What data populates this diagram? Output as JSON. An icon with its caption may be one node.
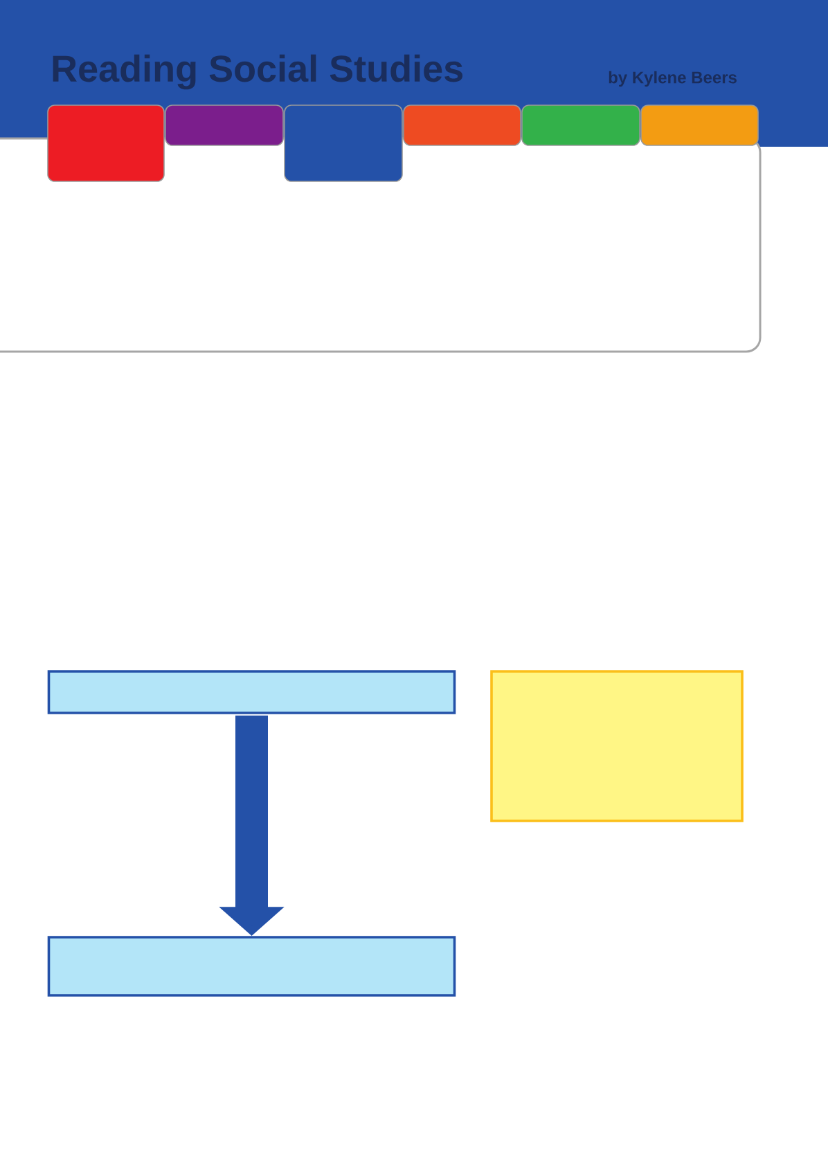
{
  "diagram": {
    "title": "Reading Social Studies",
    "nodes": [
      {
        "text": [],
        "shape": "box"
      },
      {
        "text": [],
        "shape": "box"
      },
      {
        "text": [],
        "shape": "box"
      }
    ],
    "edges": [
      {
        "from": 0,
        "to": 1,
        "arrow": "to"
      }
    ],
    "labels": [
      "by Kylene Beers"
    ]
  }
}
